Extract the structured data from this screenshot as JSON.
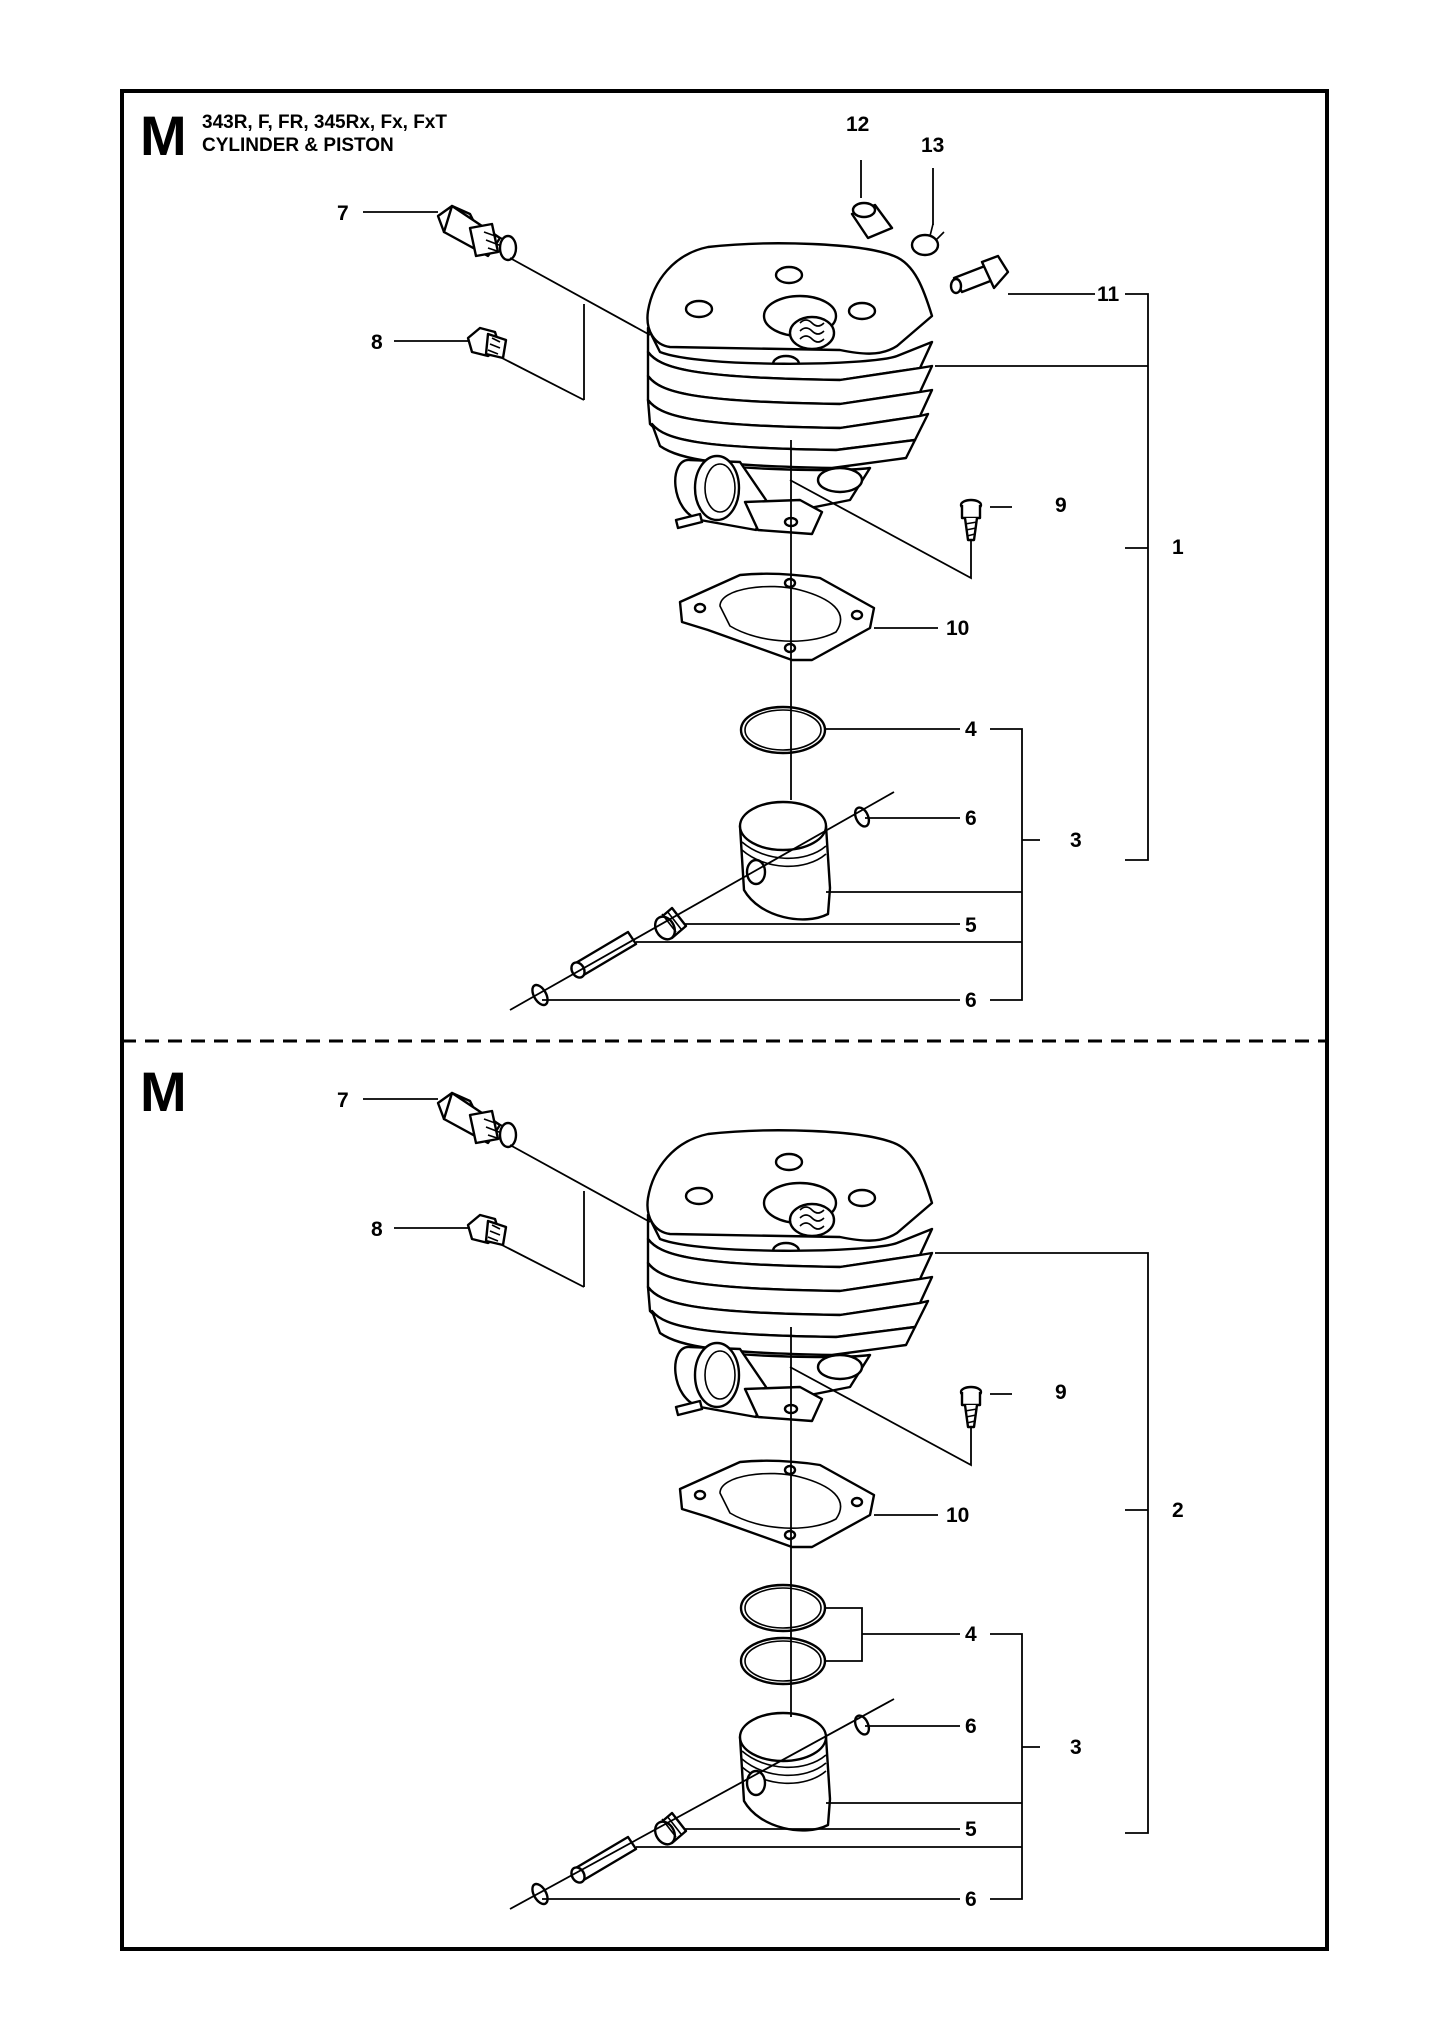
{
  "sections": [
    {
      "letter": "M",
      "title_line1": "343R, F, FR, 345Rx, Fx, FxT",
      "title_line2": "CYLINDER & PISTON",
      "callouts": {
        "c12": "12",
        "c13": "13",
        "c7": "7",
        "c11": "11",
        "c8": "8",
        "c9": "9",
        "c1": "1",
        "c10": "10",
        "c4": "4",
        "c6a": "6",
        "c3": "3",
        "c5": "5",
        "c6b": "6"
      }
    },
    {
      "letter": "M",
      "callouts": {
        "c7": "7",
        "c8": "8",
        "c9": "9",
        "c2": "2",
        "c10": "10",
        "c4": "4",
        "c6a": "6",
        "c3": "3",
        "c5": "5",
        "c6b": "6"
      }
    }
  ]
}
